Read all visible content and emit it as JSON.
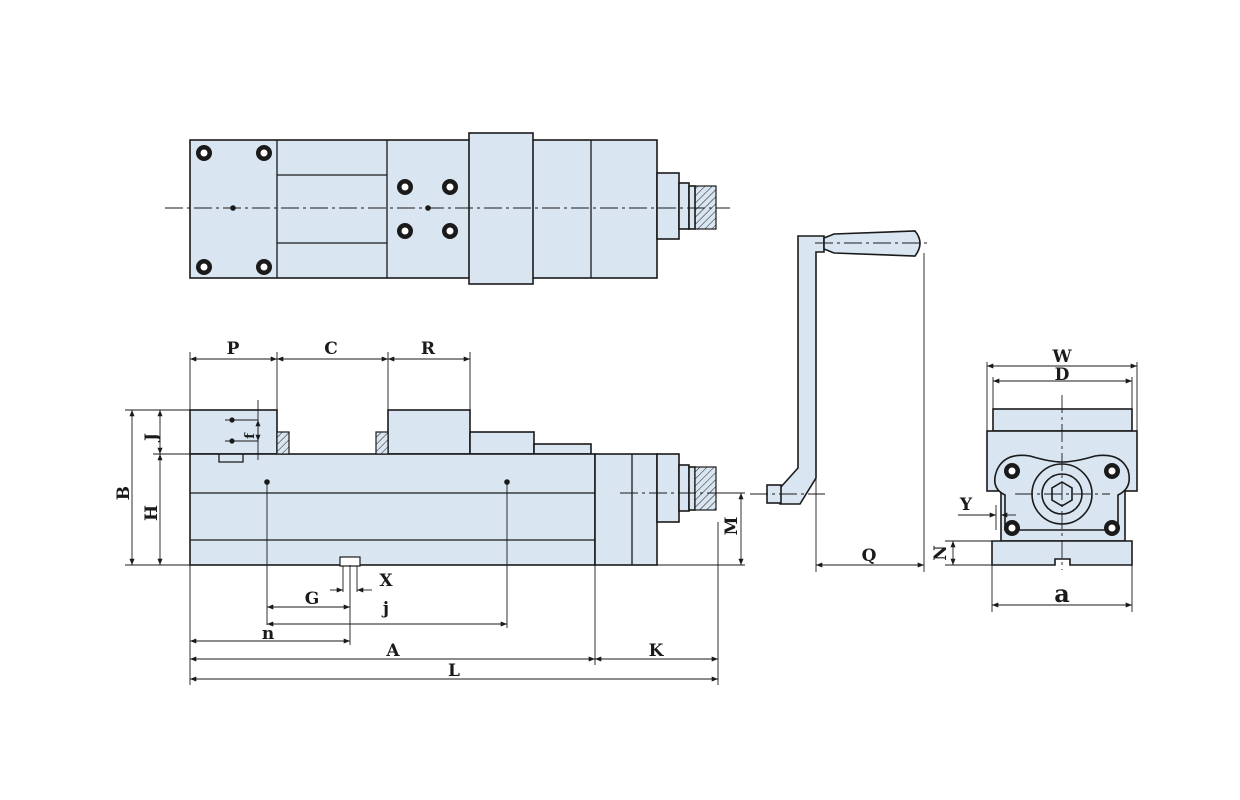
{
  "labels": {
    "P": "P",
    "C": "C",
    "R": "R",
    "B": "B",
    "H": "H",
    "J": "J",
    "f": "f",
    "M": "M",
    "X": "X",
    "G": "G",
    "j": "j",
    "n": "n",
    "A": "A",
    "K": "K",
    "L": "L",
    "Q": "Q",
    "W": "W",
    "D": "D",
    "Y": "Y",
    "N": "N",
    "a": "a"
  },
  "colors": {
    "body": "#d9e6f2",
    "line": "#1a1a1a"
  }
}
